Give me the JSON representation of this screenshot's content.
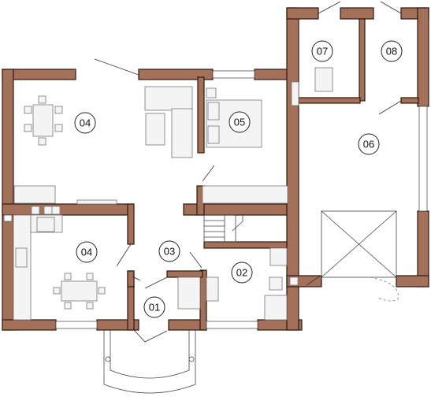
{
  "colors": {
    "wall": "#a4705a",
    "wall_outline": "#2a1a12",
    "background": "#ffffff"
  },
  "rooms": [
    {
      "id": "r01",
      "label": "01"
    },
    {
      "id": "r02",
      "label": "02"
    },
    {
      "id": "r03",
      "label": "03"
    },
    {
      "id": "r04a",
      "label": "04"
    },
    {
      "id": "r04b",
      "label": "04"
    },
    {
      "id": "r05",
      "label": "05"
    },
    {
      "id": "r06",
      "label": "06"
    },
    {
      "id": "r07",
      "label": "07"
    },
    {
      "id": "r08",
      "label": "08"
    }
  ]
}
